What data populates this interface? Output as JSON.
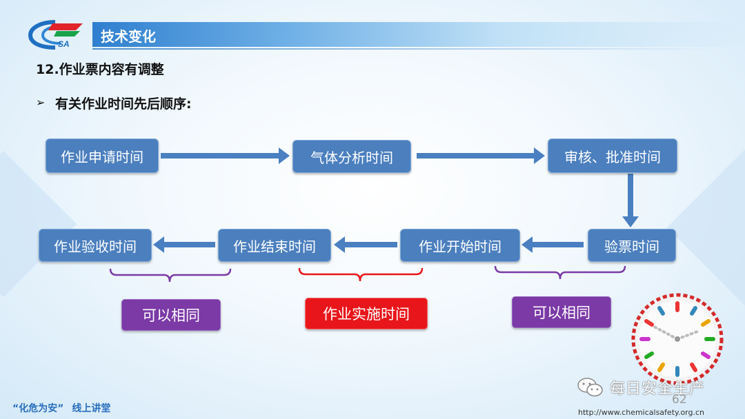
{
  "header": {
    "title": "技术变化"
  },
  "heading": "12.作业票内容有调整",
  "subheading": {
    "bullet": "➢",
    "text": "有关作业时间先后顺序:"
  },
  "flow": {
    "apply": "作业申请时间",
    "gas": "气体分析时间",
    "approve": "审核、批准时间",
    "check": "验票时间",
    "start": "作业开始时间",
    "end": "作业结束时间",
    "accept": "作业验收时间"
  },
  "tags": {
    "same_left": "可以相同",
    "implement": "作业实施时间",
    "same_right": "可以相同"
  },
  "footer": {
    "slogan": "“化危为安”",
    "course": "线上讲堂",
    "page": "62",
    "url": "http://www.chemicalsafety.org.cn",
    "watermark": "每日安全生产"
  },
  "colors": {
    "box_fill": "#4b7fbe",
    "arrow": "#4a7fc1",
    "tag_purple": "#7b3aa6",
    "tag_red": "#e8161b",
    "brace_purple": "#7b3aa6",
    "brace_red": "#e8161b"
  }
}
